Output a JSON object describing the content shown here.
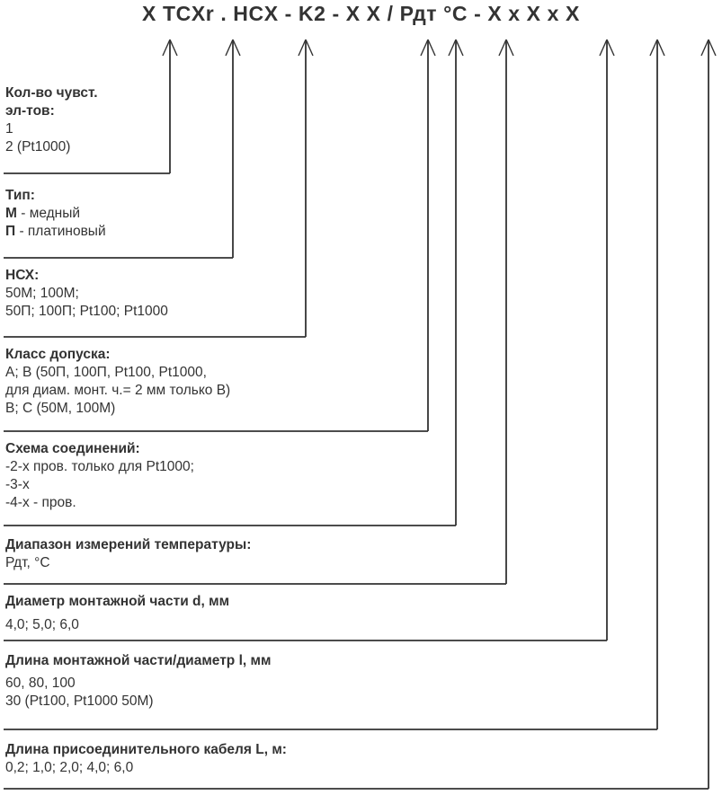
{
  "formula": {
    "text": "X TCXr . HCX - K2 - X X / Рдт °C - X x X x X"
  },
  "diagram": {
    "arrow_count": 9,
    "line_color": "#333333",
    "text_color": "#333333"
  },
  "blocks": [
    {
      "id": "sensing-elements",
      "head": "Кол-во чувст.",
      "head2": "эл-тов:",
      "lines": [
        "1",
        "2 (Pt1000)"
      ]
    },
    {
      "id": "type",
      "head": "Тип:",
      "lines": [
        "М - медный",
        "П - платиновый"
      ],
      "lead_chars": [
        "М",
        "П"
      ]
    },
    {
      "id": "nsx",
      "head": "НСХ:",
      "lines": [
        "50М; 100М;",
        "50П; 100П; Pt100; Pt1000"
      ]
    },
    {
      "id": "tolerance-class",
      "head": "Класс допуска:",
      "lines": [
        "А; В (50П, 100П, Pt100, Pt1000,",
        "для диам. монт. ч.= 2 мм только В)",
        "В; С (50М, 100М)"
      ]
    },
    {
      "id": "wiring-scheme",
      "head": "Схема соединений:",
      "lines": [
        "-2-х пров. только для Pt1000;",
        "-3-х",
        "-4-х - пров."
      ]
    },
    {
      "id": "temperature-range",
      "head": "Диапазон измерений температуры:",
      "lines": [
        "Рдт, °C"
      ]
    },
    {
      "id": "mounting-diameter",
      "head": "Диаметр монтажной части d, мм",
      "lines": [
        "4,0; 5,0; 6,0"
      ]
    },
    {
      "id": "mounting-length",
      "head": "Длина монтажной части/диаметр l, мм",
      "lines": [
        "60, 80, 100",
        "30 (Pt100, Pt1000 50М)"
      ]
    },
    {
      "id": "cable-length",
      "head": "Длина присоединительного кабеля L, м:",
      "lines": [
        "0,2; 1,0; 2,0; 4,0; 6,0"
      ]
    }
  ]
}
